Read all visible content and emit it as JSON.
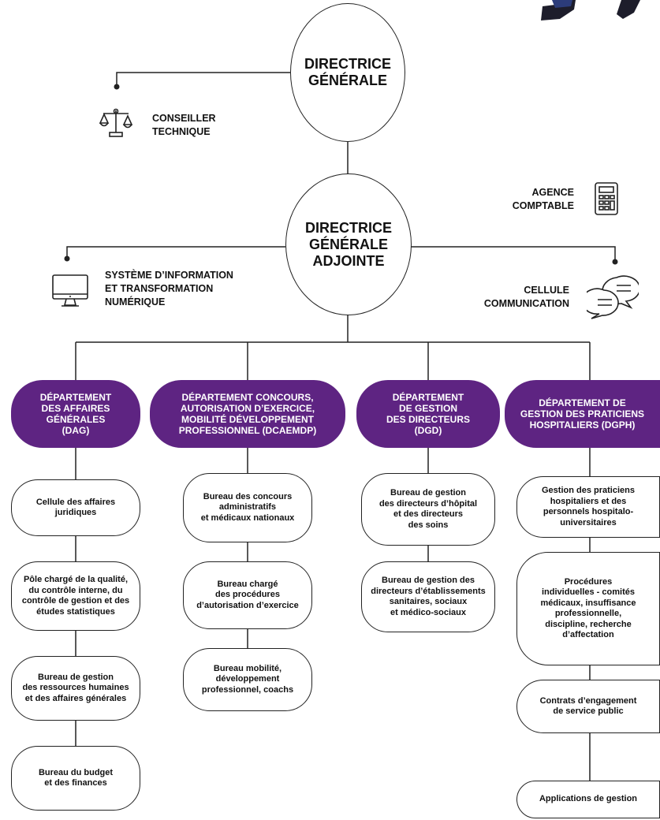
{
  "top": {
    "dg": "DIRECTRICE\nGÉNÉRALE",
    "dga": "DIRECTRICE\nGÉNÉRALE\nADJOINTE"
  },
  "side": {
    "conseiller": "CONSEILLER\nTECHNIQUE",
    "agence": "AGENCE\nCOMPTABLE",
    "si": "SYSTÈME D’INFORMATION\nET TRANSFORMATION\nNUMÉRIQUE",
    "comm": "CELLULE\nCOMMUNICATION"
  },
  "icons": [
    "scales-icon",
    "calculator-icon",
    "computer-monitor-icon",
    "chat-bubbles-icon"
  ],
  "colors": {
    "department": "#5e2482",
    "line": "#222222"
  },
  "departments": [
    {
      "title": "DÉPARTEMENT\nDES AFFAIRES\nGÉNÉRALES\n(DAG)",
      "bureaus": [
        "Cellule des affaires\njuridiques",
        "Pôle chargé de la qualité,\ndu contrôle interne, du\ncontrôle de gestion et des\nétudes statistiques",
        "Bureau de gestion\ndes ressources humaines\net des affaires générales",
        "Bureau du budget\net des finances"
      ]
    },
    {
      "title": "DÉPARTEMENT CONCOURS,\nAUTORISATION D’EXERCICE,\nMOBILITÉ DÉVELOPPEMENT\nPROFESSIONNEL (DCAEMDP)",
      "bureaus": [
        "Bureau des concours\nadministratifs\net médicaux nationaux",
        "Bureau chargé\ndes procédures\nd’autorisation d’exercice",
        "Bureau mobilité,\ndéveloppement\nprofessionnel, coachs"
      ]
    },
    {
      "title": "DÉPARTEMENT\nDE GESTION\nDES DIRECTEURS\n(DGD)",
      "bureaus": [
        "Bureau de gestion\ndes directeurs d’hôpital\net des directeurs\ndes soins",
        "Bureau de gestion des\ndirecteurs d’établissements\nsanitaires, sociaux\net médico-sociaux"
      ]
    },
    {
      "title": "DÉPARTEMENT DE\nGESTION DES PRATICIENS\nHOSPITALIERS (DGPH)",
      "bureaus": [
        "Gestion des praticiens\nhospitaliers et des\npersonnels hospitalo-\nuniversitaires",
        "Procédures\nindividuelles - comités\nmédicaux, insuffisance\nprofessionnelle,\ndiscipline, recherche\nd’affectation",
        "Contrats d’engagement\nde service public",
        "Applications de gestion"
      ]
    }
  ]
}
